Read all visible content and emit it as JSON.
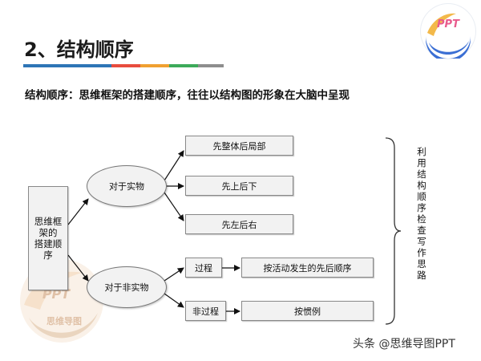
{
  "header": {
    "title": "2、结构顺序",
    "rule_colors": [
      "#2e75b6",
      "#e84c3d",
      "#f0a030",
      "#3caa5a",
      "#8e8e8e"
    ]
  },
  "subtitle": "结构顺序：思维框架的搭建顺序，往往以结构图的形象在大脑中呈现",
  "logo": {
    "text_top": "PPT",
    "text_bottom": "思维导图",
    "colors": {
      "blue": "#3b6fd4",
      "pink": "#e85a8c",
      "yellow": "#f3b94a"
    }
  },
  "diagram": {
    "root_lines": [
      "思维框",
      "架的",
      "搭建顺",
      "序"
    ],
    "branch_concrete": "对于实物",
    "branch_abstract": "对于非实物",
    "concrete_items": [
      "先整体后局部",
      "先上后下",
      "先左后右"
    ],
    "abstract_process": "过程",
    "abstract_process_rule": "按活动发生的先后顺序",
    "abstract_nonprocess": "非过程",
    "abstract_nonprocess_rule": "按惯例",
    "summary_chars": [
      "利",
      "用",
      "结",
      "构",
      "顺",
      "序",
      "检",
      "查",
      "写",
      "作",
      "思",
      "路"
    ]
  },
  "watermark": "头条 @思维导图PPT"
}
